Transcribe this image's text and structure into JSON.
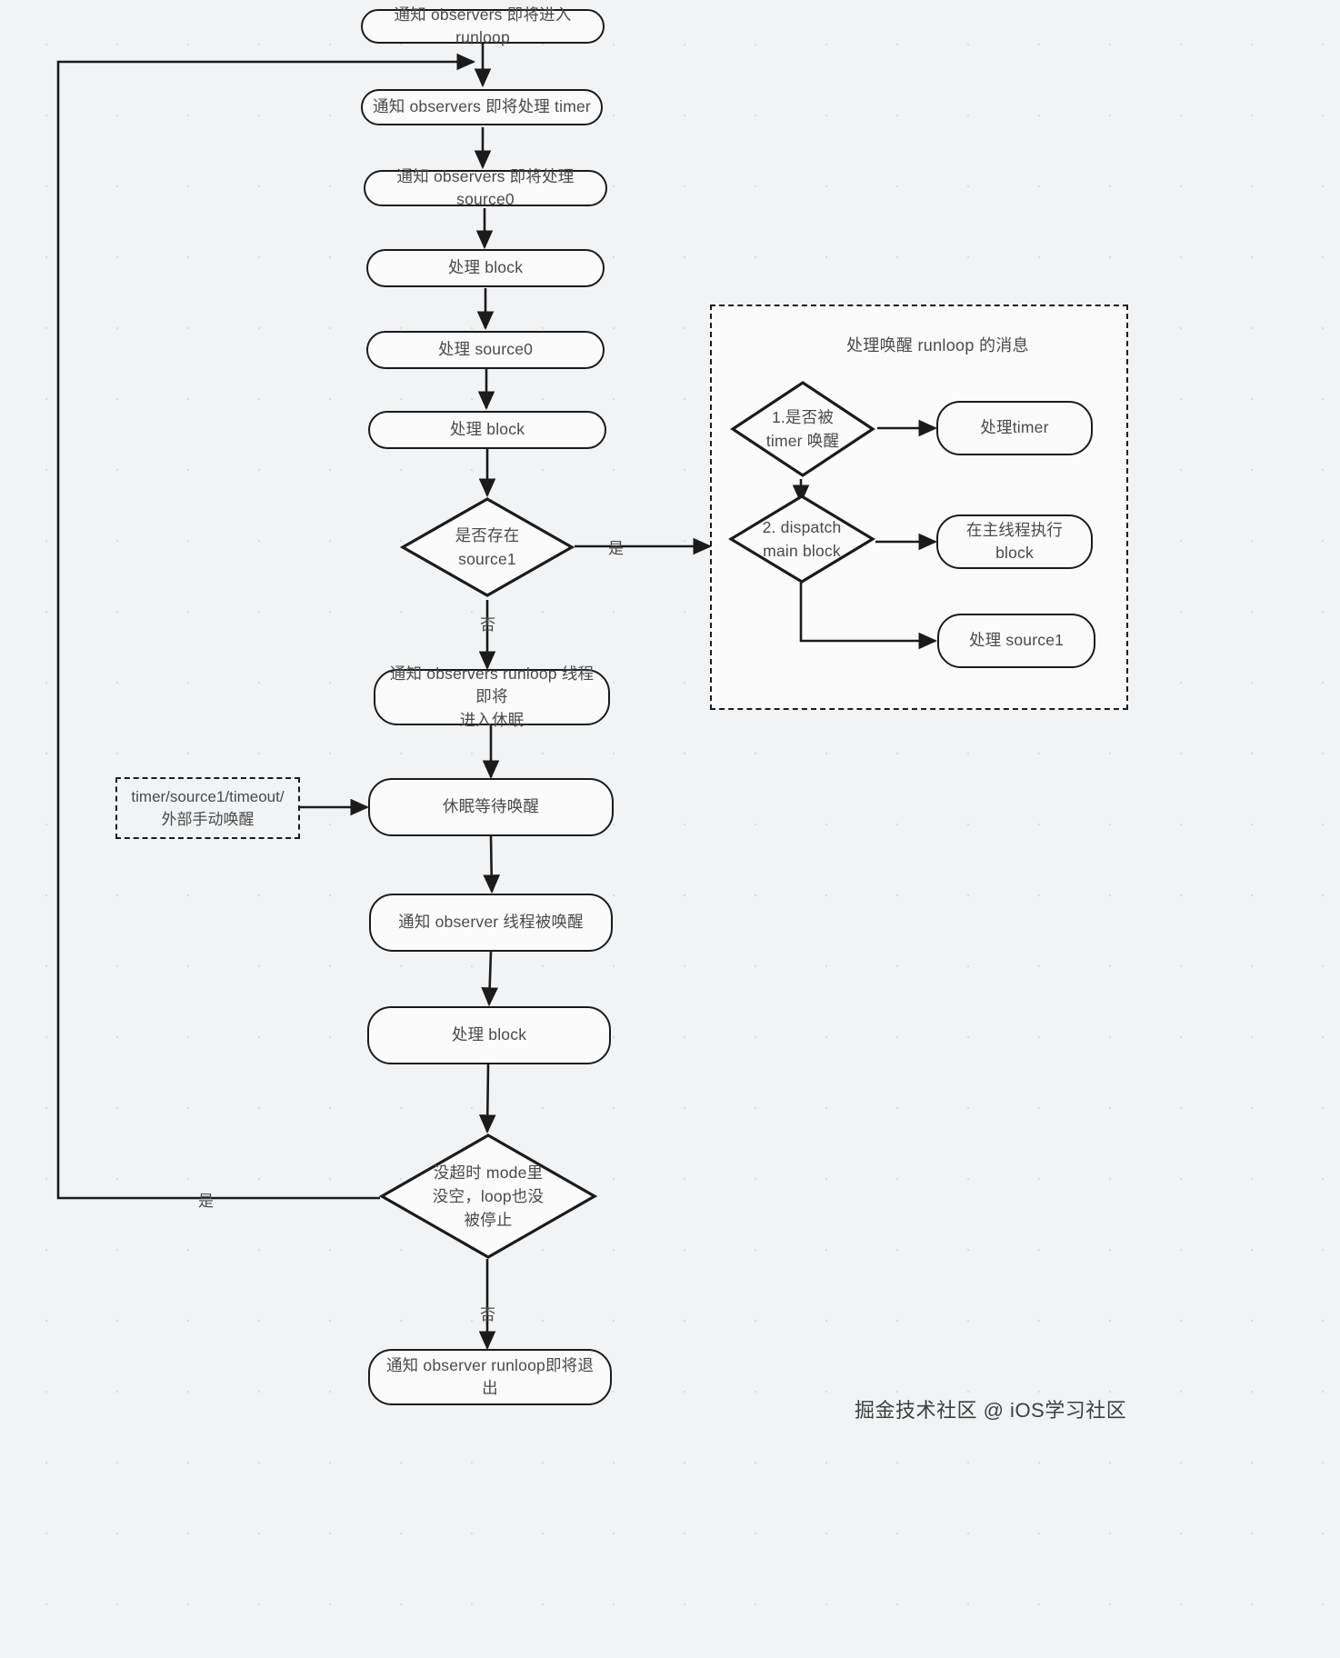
{
  "diagram": {
    "title_group": "处理唤醒 runloop 的消息",
    "watermark": "掘金技术社区 @ iOS学习社区",
    "nodes": {
      "notify_enter_runloop": "通知 observers 即将进入 runloop",
      "notify_timer": "通知 observers 即将处理 timer",
      "notify_source0": "通知 observers 即将处理 source0",
      "handle_block_1": "处理 block",
      "handle_source0": "处理 source0",
      "handle_block_2": "处理 block",
      "check_source1": "是否存在\nsource1",
      "notify_sleep": "通知 observers runloop 线程即将\n进入休眠",
      "sleep_wait": "休眠等待唤醒",
      "wake_note": "timer/source1/timeout/\n外部手动唤醒",
      "notify_awake": "通知 observer 线程被唤醒",
      "handle_block_3": "处理 block",
      "check_loop": "没超时 mode里\n没空，loop也没\n被停止",
      "notify_exit": "通知 observer runloop即将退出",
      "wake_check_timer": "1.是否被\ntimer 唤醒",
      "wake_dispatch_main": "2. dispatch\nmain block",
      "handle_timer": "处理timer",
      "main_thread_block": "在主线程执行block",
      "handle_source1": "处理 source1"
    },
    "edge_labels": {
      "source1_yes": "是",
      "source1_no": "否",
      "loop_yes": "是",
      "loop_no": "否"
    },
    "colors": {
      "background": "#f2f3f4",
      "node_fill": "#fbfbfb",
      "stroke": "#1b1b1b",
      "text": "#4a4a4a"
    }
  }
}
